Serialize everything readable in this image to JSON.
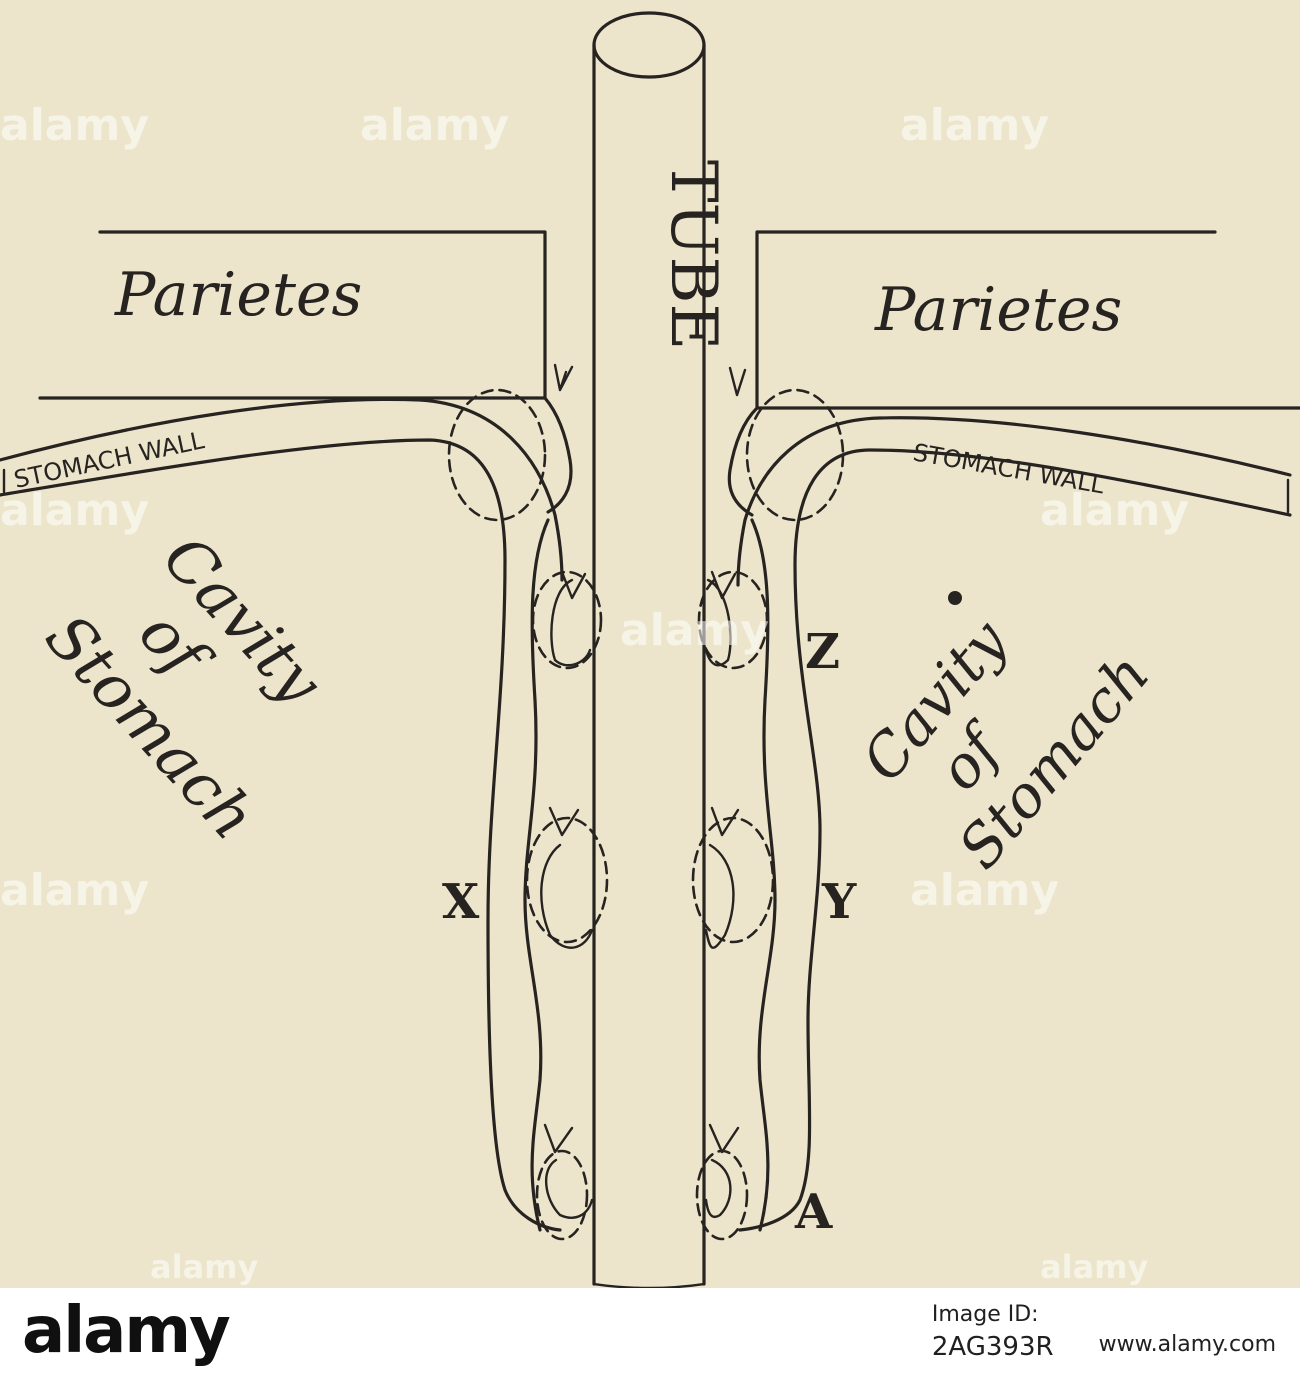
{
  "diagram": {
    "tube_label": "TUBE",
    "parietes_left": "Parietes",
    "parietes_right": "Parietes",
    "stomach_wall_left": "STOMACH WALL",
    "stomach_wall_right": "STOMACH WALL",
    "cavity_left": [
      "Cavity",
      "of",
      "Stomach"
    ],
    "cavity_right": [
      "Cavity",
      "of",
      "Stomach"
    ],
    "letters": {
      "x": "X",
      "y": "Y",
      "z": "Z",
      "a": "A"
    }
  },
  "watermark": {
    "text": "alamy"
  },
  "footer": {
    "logo": "alamy",
    "image_id_label": "Image ID:",
    "image_id": "2AG393R",
    "url": "www.alamy.com"
  }
}
